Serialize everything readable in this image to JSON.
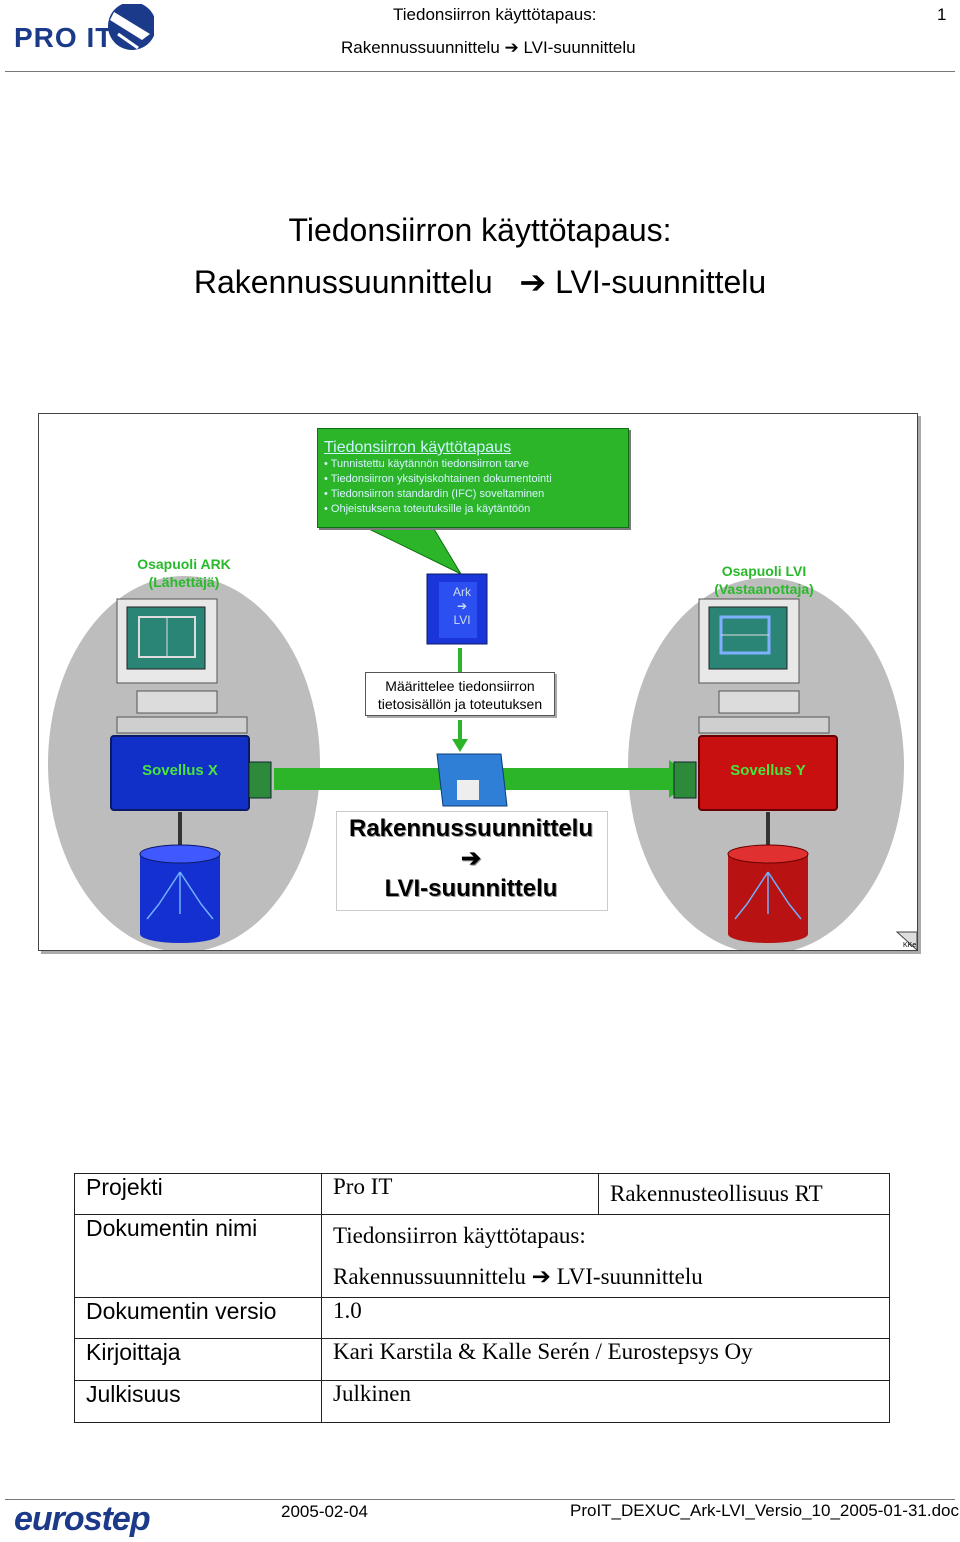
{
  "header": {
    "logo_text": "PRO IT",
    "title_line1": "Tiedonsiirron käyttötapaus:",
    "title_line2": "Rakennussuunnittelu ➔ LVI-suunnittelu",
    "page_number": "1"
  },
  "main_title": {
    "line1": "Tiedonsiirron käyttötapaus:",
    "line2_left": "Rakennussuunnittelu",
    "arrow": "➔",
    "line2_right": "LVI-suunnittelu"
  },
  "diagram": {
    "callout": {
      "title": "Tiedonsiirron käyttötapaus",
      "items": [
        "Tunnistettu käytännön tiedonsiirron tarve",
        "Tiedonsiirron yksityiskohtainen dokumentointi",
        "Tiedonsiirron standardin (IFC) soveltaminen",
        "Ohjeistuksena toteutuksille ja käytäntöön"
      ]
    },
    "sender": {
      "line1": "Osapuoli ARK",
      "line2": "(Lähettäjä)"
    },
    "receiver": {
      "line1": "Osapuoli LVI",
      "line2": "(Vastaanottaja)"
    },
    "binder": {
      "line1": "Ark",
      "arrow": "➔",
      "line2": "LVI"
    },
    "define_note": {
      "line1": "Määrittelee tiedonsiirron",
      "line2": "tietosisällön ja toteutuksen"
    },
    "app_x": "Sovellus X",
    "app_y": "Sovellus Y",
    "big_label": {
      "line1": "Rakennussuunnittelu",
      "arrow": "➔",
      "line2": "LVI-suunnittelu"
    },
    "corner_mark": "KKe"
  },
  "meta_table": {
    "rows": [
      {
        "label": "Projekti",
        "value": "Pro IT",
        "extra": "Rakennusteollisuus RT"
      },
      {
        "label": "Dokumentin nimi",
        "value": "Tiedonsiirron käyttötapaus:",
        "value2": "Rakennussuunnittelu ➔ LVI-suunnittelu"
      },
      {
        "label": "Dokumentin versio",
        "value": "1.0"
      },
      {
        "label": "Kirjoittaja",
        "value": "Kari Karstila & Kalle Serén / Eurostepsys Oy"
      },
      {
        "label": "Julkisuus",
        "value": "Julkinen"
      }
    ]
  },
  "footer": {
    "logo_text": "eurostep",
    "date": "2005-02-04",
    "filename": "ProIT_DEXUC_Ark-LVI_Versio_10_2005-01-31.doc"
  },
  "colors": {
    "green": "#2db52a",
    "blue_app": "#1130c8",
    "red_app": "#c81010",
    "oval": "#bfbfbf"
  }
}
